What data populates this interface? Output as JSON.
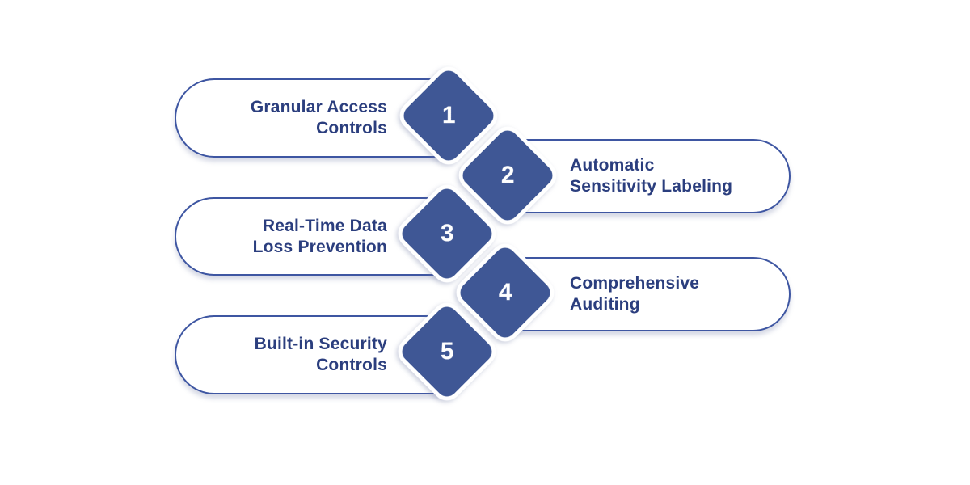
{
  "colors": {
    "accent": "#3f5795",
    "pill_border": "#3e56a2",
    "label_text": "#2b3e7e",
    "number_text": "#ffffff",
    "background": "#ffffff"
  },
  "diagram": {
    "type": "numbered-feature-list",
    "items": [
      {
        "number": "1",
        "side": "left",
        "label": "Granular Access Controls",
        "lines": [
          "Granular Access",
          "Controls"
        ]
      },
      {
        "number": "2",
        "side": "right",
        "label": "Automatic Sensitivity Labeling",
        "lines": [
          "Automatic",
          "Sensitivity Labeling"
        ]
      },
      {
        "number": "3",
        "side": "left",
        "label": "Real-Time Data Loss Prevention",
        "lines": [
          "Real-Time Data",
          "Loss Prevention"
        ]
      },
      {
        "number": "4",
        "side": "right",
        "label": "Comprehensive Auditing",
        "lines": [
          "Comprehensive",
          "Auditing"
        ]
      },
      {
        "number": "5",
        "side": "left",
        "label": "Built-in Security Controls",
        "lines": [
          "Built-in Security",
          "Controls"
        ]
      }
    ]
  }
}
